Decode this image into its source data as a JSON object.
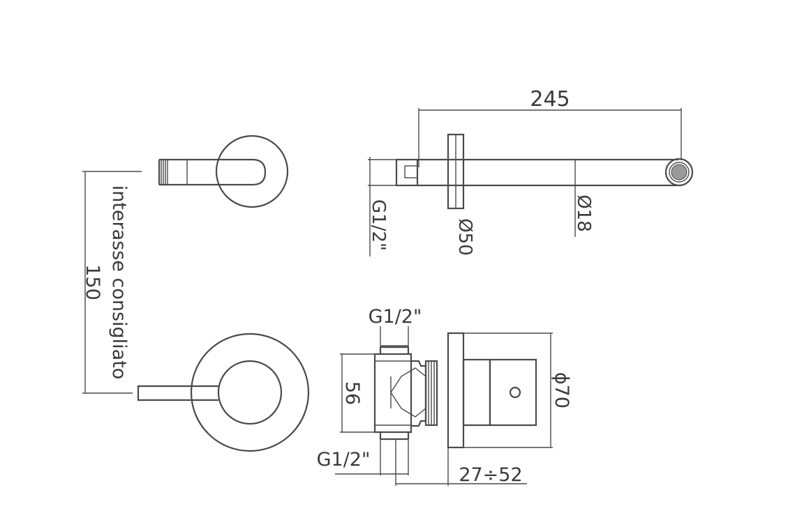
{
  "dimensions": {
    "spout_length": "245",
    "spout_thread": "G1/2\"",
    "spout_plate_diameter": "Ø50",
    "spout_diameter": "Ø18",
    "centre_distance_label": "interasse consigliato",
    "centre_distance_value": "150",
    "body_inlet_top": "G1/2\"",
    "body_inlet_bottom": "G1/2\"",
    "body_height": "56",
    "mixer_plate_diameter": "ϕ70",
    "installation_depth": "27÷52"
  }
}
